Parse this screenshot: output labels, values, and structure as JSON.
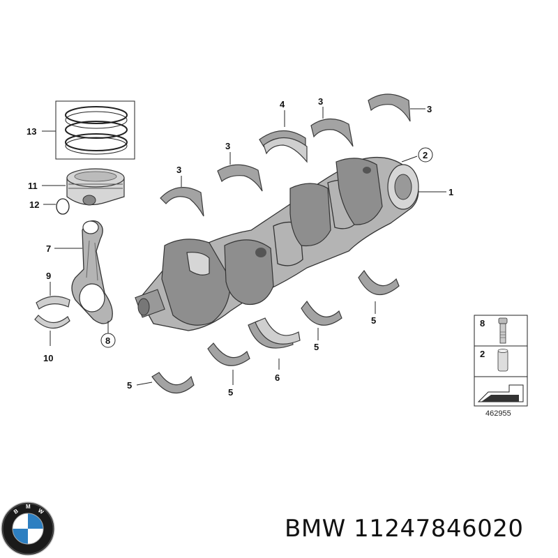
{
  "callouts": {
    "c1": "1",
    "c2": "2",
    "c3a": "3",
    "c3b": "3",
    "c3c": "3",
    "c3d": "3",
    "c4": "4",
    "c5a": "5",
    "c5b": "5",
    "c5c": "5",
    "c5d": "5",
    "c6": "6",
    "c7": "7",
    "c8": "8",
    "c9": "9",
    "c10": "10",
    "c11": "11",
    "c12": "12",
    "c13": "13"
  },
  "legend": {
    "item_top": "8",
    "item_mid": "2"
  },
  "diagram_ref": "462955",
  "caption": {
    "brand": "BMW",
    "part_number": "11247846020"
  },
  "logo": {
    "name": "bmw-roundel",
    "text": "BMW",
    "colors": {
      "blue": "#2d7fc1",
      "ring": "#1a1a1a",
      "white": "#ffffff"
    }
  }
}
